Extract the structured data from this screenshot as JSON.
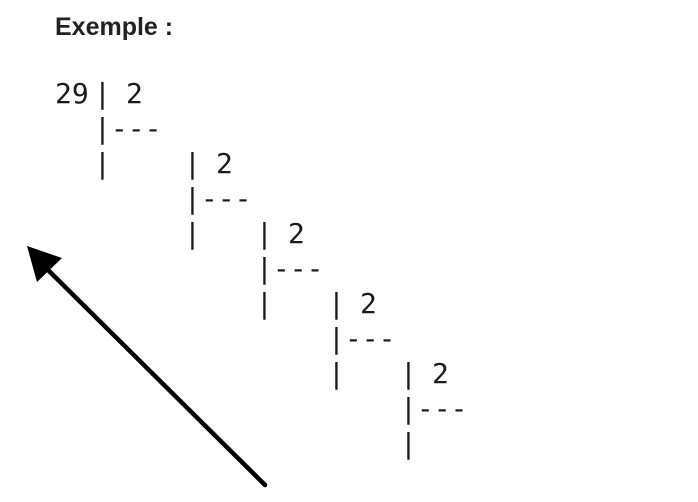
{
  "heading": "Exemple :",
  "division": {
    "dividend": "29",
    "bar": "|",
    "divisors": [
      "2",
      "2",
      "2",
      "2",
      "2"
    ],
    "rule": "|---"
  }
}
